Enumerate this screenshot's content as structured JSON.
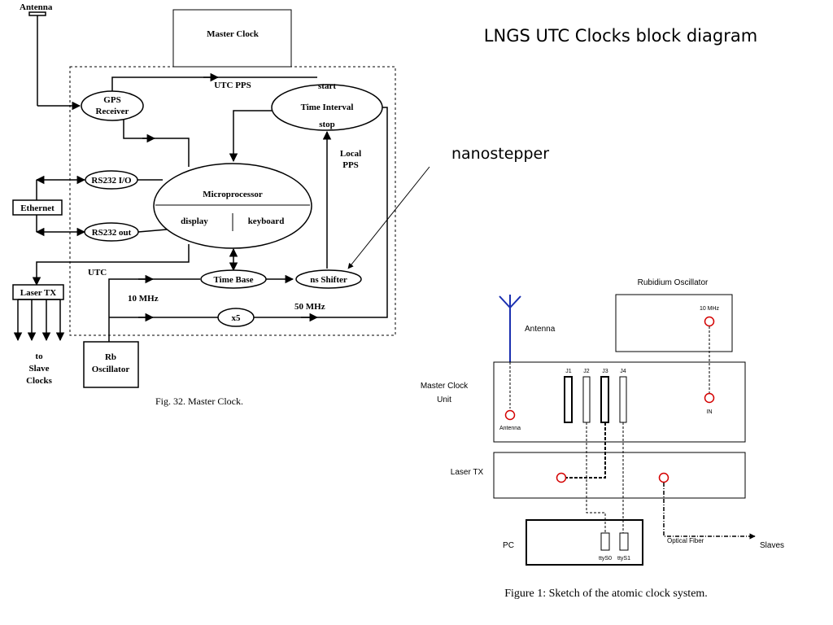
{
  "slide": {
    "title": "LNGS UTC Clocks block diagram",
    "callout": "nanostepper"
  },
  "master_clock_fig": {
    "antenna": "Antenna",
    "master_clock": "Master Clock",
    "gps_receiver_1": "GPS",
    "gps_receiver_2": "Receiver",
    "utc_pps": "UTC  PPS",
    "start": "start",
    "time_interval": "Time Interval",
    "stop": "stop",
    "local_pps_1": "Local",
    "local_pps_2": "PPS",
    "rs232_io": "RS232 I/O",
    "ethernet": "Ethernet",
    "microprocessor": "Microprocessor",
    "display": "display",
    "keyboard": "keyboard",
    "rs232_out": "RS232 out",
    "utc": "UTC",
    "laser_tx": "Laser TX",
    "time_base": "Time  Base",
    "ns_shifter": "ns  Shifter",
    "ten_mhz": "10 MHz",
    "x5": "x5",
    "fifty_mhz": "50 MHz",
    "to_slave_1": "to",
    "to_slave_2": "Slave",
    "to_slave_3": "Clocks",
    "rb_osc_1": "Rb",
    "rb_osc_2": "Oscillator",
    "caption": "Fig. 32.  Master Clock."
  },
  "atomic_clock_fig": {
    "rubidium_oscillator": "Rubidium Oscillator",
    "ten_mhz": "10 MHz",
    "antenna": "Antenna",
    "master_clock_unit_1": "Master Clock",
    "master_clock_unit_2": "Unit",
    "j1": "J1",
    "j2": "J2",
    "j3": "J3",
    "j4": "J4",
    "antenna_port": "Antenna",
    "in_port": "IN",
    "laser_tx": "Laser TX",
    "pc": "PC",
    "ttys0": "ttyS0",
    "ttys1": "ttyS1",
    "optical_fiber": "Optical Fiber",
    "slaves": "Slaves",
    "caption": "Figure 1: Sketch of the atomic clock system."
  }
}
